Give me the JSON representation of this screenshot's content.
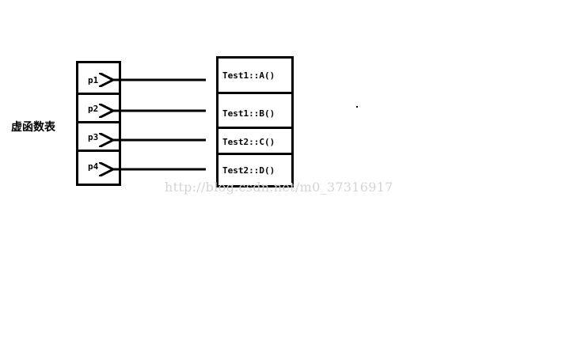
{
  "diagram": {
    "table_title": "虚函数表",
    "pointers": [
      "p1",
      "p2",
      "p3",
      "p4"
    ],
    "functions": [
      "Test1::A()",
      "Test1::B()",
      "Test2::C()",
      "Test2::D()"
    ],
    "watermark": "http://blog.csdn.net/m0_37316917"
  }
}
